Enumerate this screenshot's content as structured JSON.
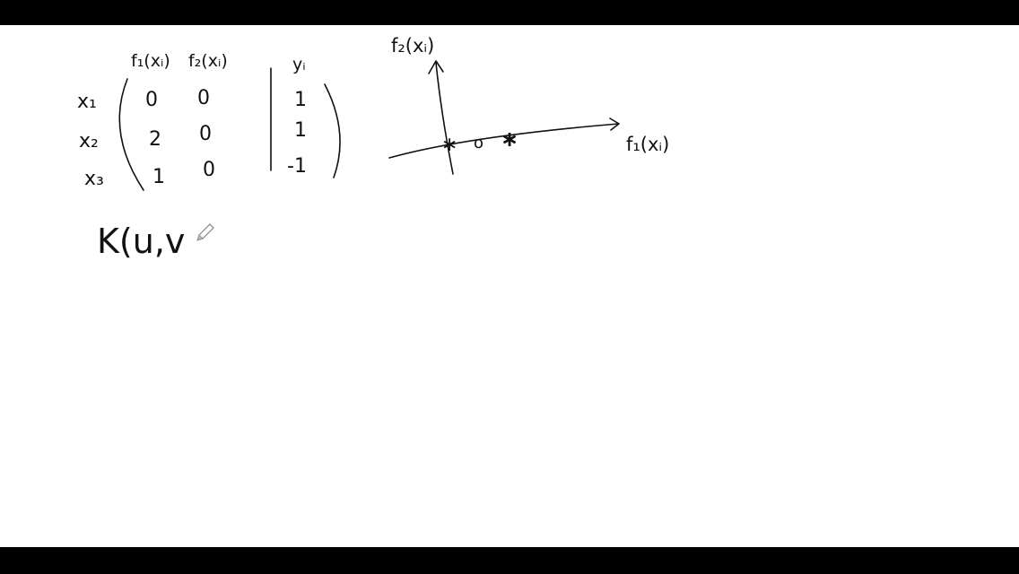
{
  "table": {
    "col_headers": [
      "f₁(xᵢ)",
      "f₂(xᵢ)",
      "yᵢ"
    ],
    "row_labels": [
      "x₁",
      "x₂",
      "x₃"
    ],
    "rows": [
      [
        "0",
        "0",
        "1"
      ],
      [
        "2",
        "0",
        "1"
      ],
      [
        "1",
        "0",
        "-1"
      ]
    ]
  },
  "graph": {
    "y_axis_label": "f₂(xᵢ)",
    "x_axis_label": "f₁(xᵢ)",
    "point_markers": [
      "∗",
      "o",
      "∗"
    ]
  },
  "formula": {
    "text": "K(u,v"
  },
  "icons": {
    "pen": "pencil-icon"
  }
}
